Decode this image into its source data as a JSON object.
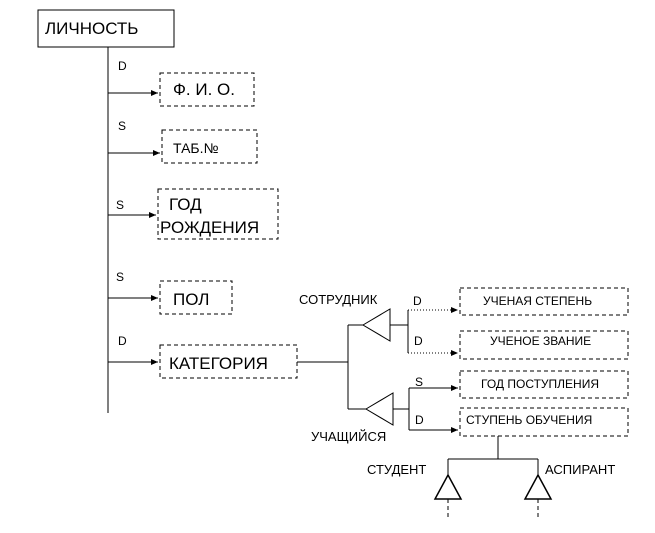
{
  "root": {
    "label": "ЛИЧНОСТЬ"
  },
  "attributes": [
    {
      "marker": "D",
      "label": "Ф. И. О."
    },
    {
      "marker": "S",
      "label": "ТАБ.№"
    },
    {
      "marker": "S",
      "label_line1": "ГОД",
      "label_line2": "РОЖДЕНИЯ"
    },
    {
      "marker": "S",
      "label": "ПОЛ"
    },
    {
      "marker": "D",
      "label": "КАТЕГОРИЯ"
    }
  ],
  "categories": {
    "employee": {
      "label": "СОТРУДНИК",
      "attributes": [
        {
          "marker": "D",
          "label": "УЧЕНАЯ СТЕПЕНЬ"
        },
        {
          "marker": "D",
          "label": "УЧЕНОЕ ЗВАНИЕ"
        }
      ]
    },
    "learner": {
      "label": "УЧАЩИЙСЯ",
      "attributes": [
        {
          "marker": "S",
          "label": "ГОД ПОСТУПЛЕНИЯ"
        },
        {
          "marker": "D",
          "label": "СТУПЕНЬ ОБУЧЕНИЯ"
        }
      ],
      "subtypes": [
        {
          "label": "СТУДЕНТ"
        },
        {
          "label": "АСПИРАНТ"
        }
      ]
    }
  }
}
